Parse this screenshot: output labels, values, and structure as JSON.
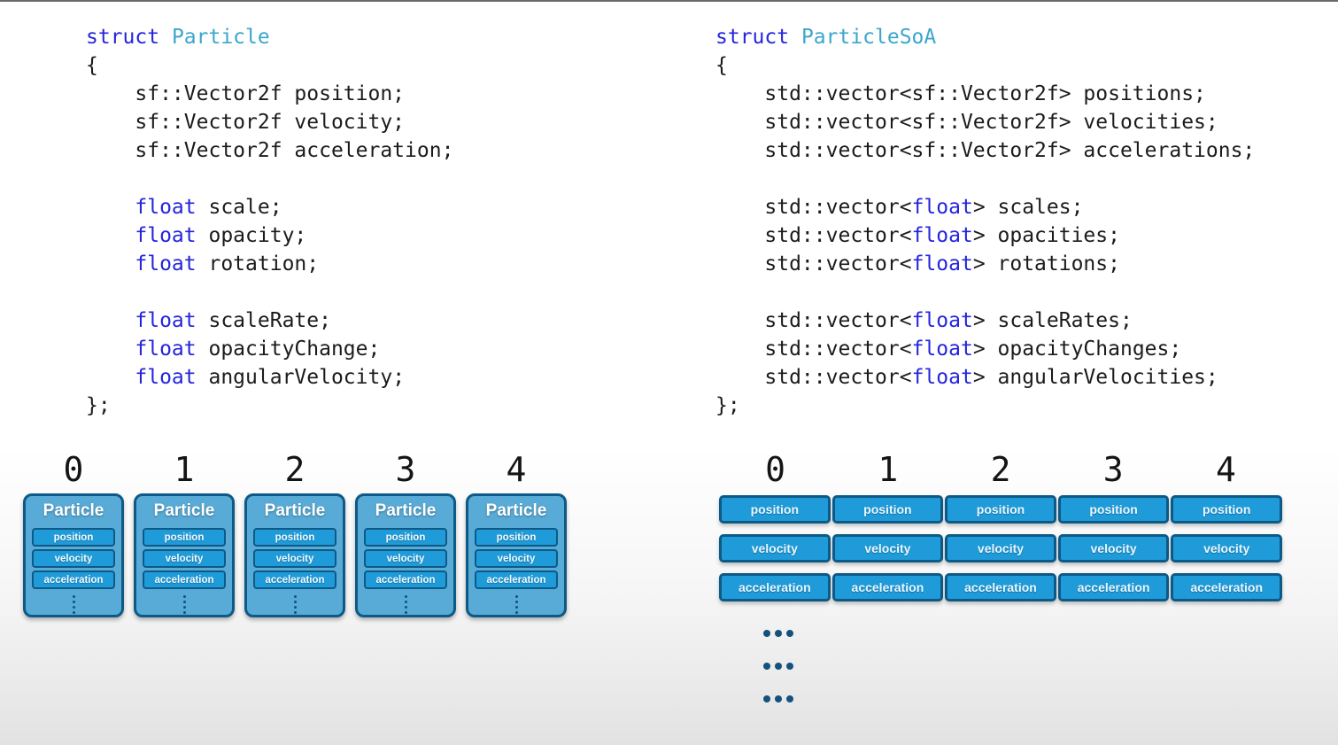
{
  "colors": {
    "keyword": "#2525dd",
    "type_name": "#3ba6cb",
    "code_text": "#1b1b1b",
    "cell_fill": "#1f9bd9",
    "cell_border": "#0e5a87",
    "box_fill": "#58abd6",
    "dots": "#14517c"
  },
  "code_aos": {
    "lines": [
      [
        {
          "t": "struct ",
          "c": "kw"
        },
        {
          "t": "Particle",
          "c": "ty"
        }
      ],
      [
        {
          "t": "{",
          "c": "pl"
        }
      ],
      [
        {
          "t": "    sf::Vector2f position;",
          "c": "pl"
        }
      ],
      [
        {
          "t": "    sf::Vector2f velocity;",
          "c": "pl"
        }
      ],
      [
        {
          "t": "    sf::Vector2f acceleration;",
          "c": "pl"
        }
      ],
      [],
      [
        {
          "t": "    ",
          "c": "pl"
        },
        {
          "t": "float",
          "c": "kw"
        },
        {
          "t": " scale;",
          "c": "pl"
        }
      ],
      [
        {
          "t": "    ",
          "c": "pl"
        },
        {
          "t": "float",
          "c": "kw"
        },
        {
          "t": " opacity;",
          "c": "pl"
        }
      ],
      [
        {
          "t": "    ",
          "c": "pl"
        },
        {
          "t": "float",
          "c": "kw"
        },
        {
          "t": " rotation;",
          "c": "pl"
        }
      ],
      [],
      [
        {
          "t": "    ",
          "c": "pl"
        },
        {
          "t": "float",
          "c": "kw"
        },
        {
          "t": " scaleRate;",
          "c": "pl"
        }
      ],
      [
        {
          "t": "    ",
          "c": "pl"
        },
        {
          "t": "float",
          "c": "kw"
        },
        {
          "t": " opacityChange;",
          "c": "pl"
        }
      ],
      [
        {
          "t": "    ",
          "c": "pl"
        },
        {
          "t": "float",
          "c": "kw"
        },
        {
          "t": " angularVelocity;",
          "c": "pl"
        }
      ],
      [
        {
          "t": "};",
          "c": "pl"
        }
      ]
    ]
  },
  "code_soa": {
    "lines": [
      [
        {
          "t": "struct ",
          "c": "kw"
        },
        {
          "t": "ParticleSoA",
          "c": "ty"
        }
      ],
      [
        {
          "t": "{",
          "c": "pl"
        }
      ],
      [
        {
          "t": "    std::vector<sf::Vector2f> positions;",
          "c": "pl"
        }
      ],
      [
        {
          "t": "    std::vector<sf::Vector2f> velocities;",
          "c": "pl"
        }
      ],
      [
        {
          "t": "    std::vector<sf::Vector2f> accelerations;",
          "c": "pl"
        }
      ],
      [],
      [
        {
          "t": "    std::vector<",
          "c": "pl"
        },
        {
          "t": "float",
          "c": "kw"
        },
        {
          "t": "> scales;",
          "c": "pl"
        }
      ],
      [
        {
          "t": "    std::vector<",
          "c": "pl"
        },
        {
          "t": "float",
          "c": "kw"
        },
        {
          "t": "> opacities;",
          "c": "pl"
        }
      ],
      [
        {
          "t": "    std::vector<",
          "c": "pl"
        },
        {
          "t": "float",
          "c": "kw"
        },
        {
          "t": "> rotations;",
          "c": "pl"
        }
      ],
      [],
      [
        {
          "t": "    std::vector<",
          "c": "pl"
        },
        {
          "t": "float",
          "c": "kw"
        },
        {
          "t": "> scaleRates;",
          "c": "pl"
        }
      ],
      [
        {
          "t": "    std::vector<",
          "c": "pl"
        },
        {
          "t": "float",
          "c": "kw"
        },
        {
          "t": "> opacityChanges;",
          "c": "pl"
        }
      ],
      [
        {
          "t": "    std::vector<",
          "c": "pl"
        },
        {
          "t": "float",
          "c": "kw"
        },
        {
          "t": "> angularVelocities;",
          "c": "pl"
        }
      ],
      [
        {
          "t": "};",
          "c": "pl"
        }
      ]
    ]
  },
  "aos_diagram": {
    "indices": [
      "0",
      "1",
      "2",
      "3",
      "4"
    ],
    "box_title": "Particle",
    "fields": [
      "position",
      "velocity",
      "acceleration"
    ],
    "box_count": 5,
    "vdot_count": 4
  },
  "soa_diagram": {
    "indices": [
      "0",
      "1",
      "2",
      "3",
      "4"
    ],
    "fields": [
      "position",
      "velocity",
      "acceleration"
    ],
    "columns": 5,
    "ellipsis_row_count": 3,
    "dots_per_row": 3
  }
}
